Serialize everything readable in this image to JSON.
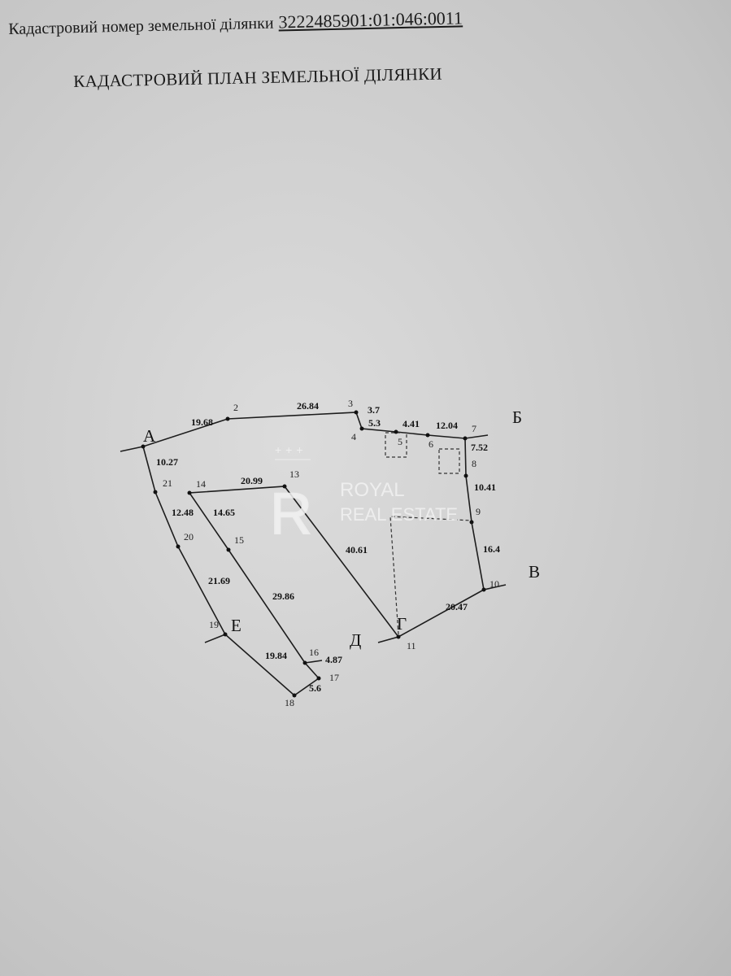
{
  "header": {
    "cadastral_label": "Кадастровий номер земельної ділянки",
    "cadastral_number": "3222485901:01:046:0011",
    "title": "КАДАСТРОВИЙ ПЛАН ЗЕМЕЛЬНОЇ ДІЛЯНКИ"
  },
  "plan": {
    "neighbors": [
      "А",
      "Б",
      "В",
      "Г",
      "Д",
      "Е"
    ],
    "points": [
      "2",
      "3",
      "4",
      "5",
      "6",
      "7",
      "8",
      "9",
      "10",
      "11",
      "13",
      "14",
      "15",
      "16",
      "17",
      "18",
      "19",
      "20",
      "21"
    ],
    "lengths": [
      "19.68",
      "26.84",
      "3.7",
      "5.3",
      "4.41",
      "12.04",
      "7.52",
      "10.41",
      "16.4",
      "20.47",
      "40.61",
      "20.99",
      "14.65",
      "29.86",
      "4.87",
      "5.6",
      "19.84",
      "21.69",
      "12.48",
      "10.27"
    ]
  },
  "watermark": {
    "line1": "ROYAL",
    "line2": "REAL ESTATE",
    "logo_stars": "+++"
  }
}
